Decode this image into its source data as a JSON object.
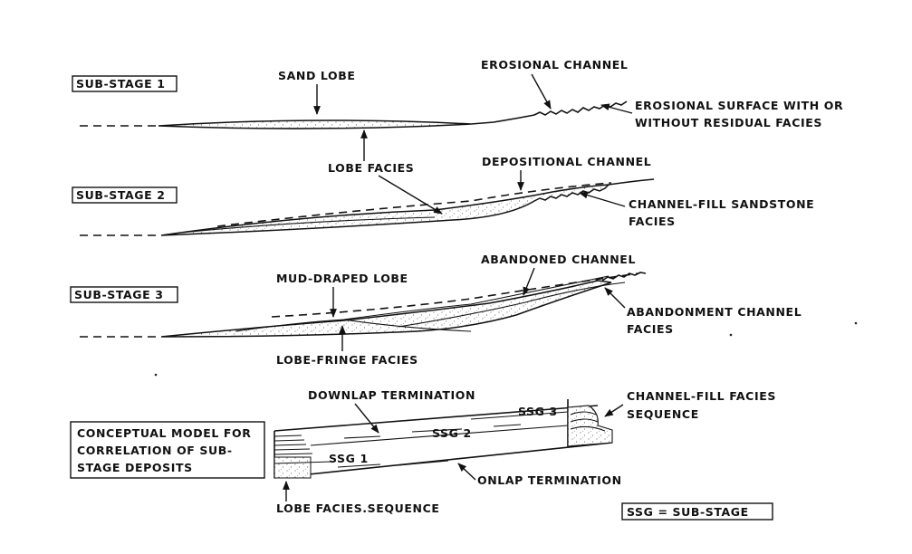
{
  "stages": [
    {
      "label": "SUB-STAGE 1",
      "annotations": {
        "sand_lobe": "SAND LOBE",
        "erosional_channel": "EROSIONAL CHANNEL",
        "erosional_surface_1": "EROSIONAL SURFACE WITH OR",
        "erosional_surface_2": "WITHOUT RESIDUAL FACIES"
      }
    },
    {
      "label": "SUB-STAGE 2",
      "annotations": {
        "lobe_facies": "LOBE FACIES",
        "depositional_channel": "DEPOSITIONAL CHANNEL",
        "channel_fill_1": "CHANNEL-FILL SANDSTONE",
        "channel_fill_2": "FACIES"
      }
    },
    {
      "label": "SUB-STAGE 3",
      "annotations": {
        "mud_draped_lobe": "MUD-DRAPED LOBE",
        "abandoned_channel": "ABANDONED CHANNEL",
        "abandonment_1": "ABANDONMENT CHANNEL",
        "abandonment_2": "FACIES",
        "lobe_fringe": "LOBE-FRINGE FACIES"
      }
    }
  ],
  "model": {
    "title_lines": [
      "CONCEPTUAL MODEL FOR",
      "CORRELATION OF SUB-",
      "STAGE DEPOSITS"
    ],
    "downlap": "DOWNLAP TERMINATION",
    "onlap": "ONLAP TERMINATION",
    "channel_fill_seq_1": "CHANNEL-FILL FACIES",
    "channel_fill_seq_2": "SEQUENCE",
    "lobe_seq": "LOBE FACIES.SEQUENCE",
    "ssg1": "SSG 1",
    "ssg2": "SSG 2",
    "ssg3": "SSG 3",
    "legend": "SSG = SUB-STAGE"
  }
}
